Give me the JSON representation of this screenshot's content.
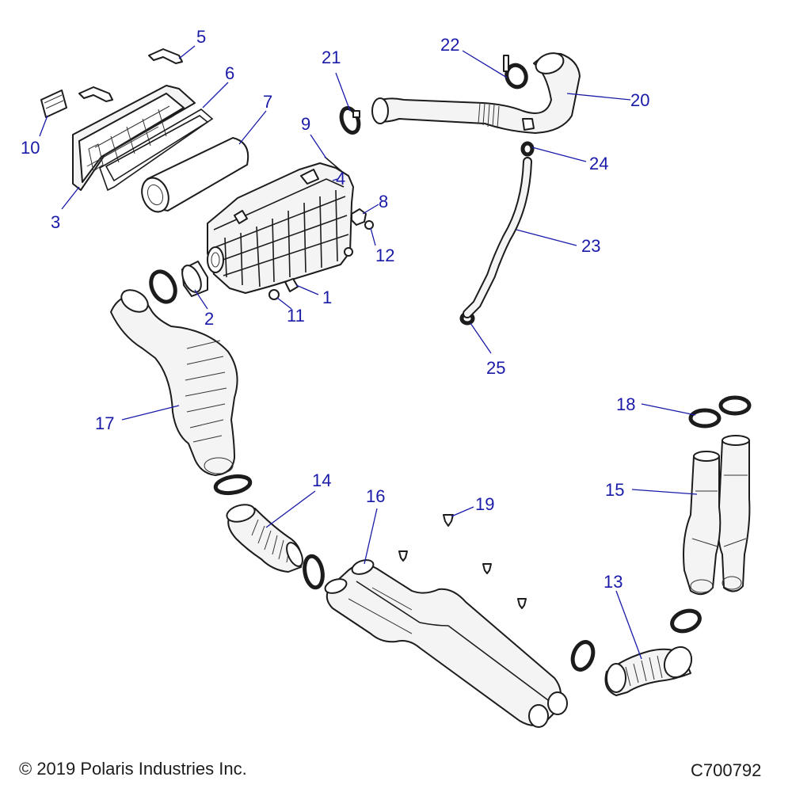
{
  "callouts": [
    {
      "id": "1",
      "label": "1"
    },
    {
      "id": "2",
      "label": "2"
    },
    {
      "id": "3",
      "label": "3"
    },
    {
      "id": "4",
      "label": "4"
    },
    {
      "id": "5",
      "label": "5"
    },
    {
      "id": "6",
      "label": "6"
    },
    {
      "id": "7",
      "label": "7"
    },
    {
      "id": "8",
      "label": "8"
    },
    {
      "id": "9",
      "label": "9"
    },
    {
      "id": "10",
      "label": "10"
    },
    {
      "id": "11",
      "label": "11"
    },
    {
      "id": "12",
      "label": "12"
    },
    {
      "id": "13",
      "label": "13"
    },
    {
      "id": "14",
      "label": "14"
    },
    {
      "id": "15",
      "label": "15"
    },
    {
      "id": "16",
      "label": "16"
    },
    {
      "id": "17",
      "label": "17"
    },
    {
      "id": "18",
      "label": "18"
    },
    {
      "id": "19",
      "label": "19"
    },
    {
      "id": "20",
      "label": "20"
    },
    {
      "id": "21",
      "label": "21"
    },
    {
      "id": "22",
      "label": "22"
    },
    {
      "id": "23",
      "label": "23"
    },
    {
      "id": "24",
      "label": "24"
    },
    {
      "id": "25",
      "label": "25"
    }
  ],
  "footer": {
    "copyright": "© 2019 Polaris Industries Inc.",
    "diagram_code": "C700792"
  },
  "colors": {
    "callout": "#1a1aa8",
    "outline": "#1c1c1c",
    "part_fill": "#f4f4f4"
  }
}
